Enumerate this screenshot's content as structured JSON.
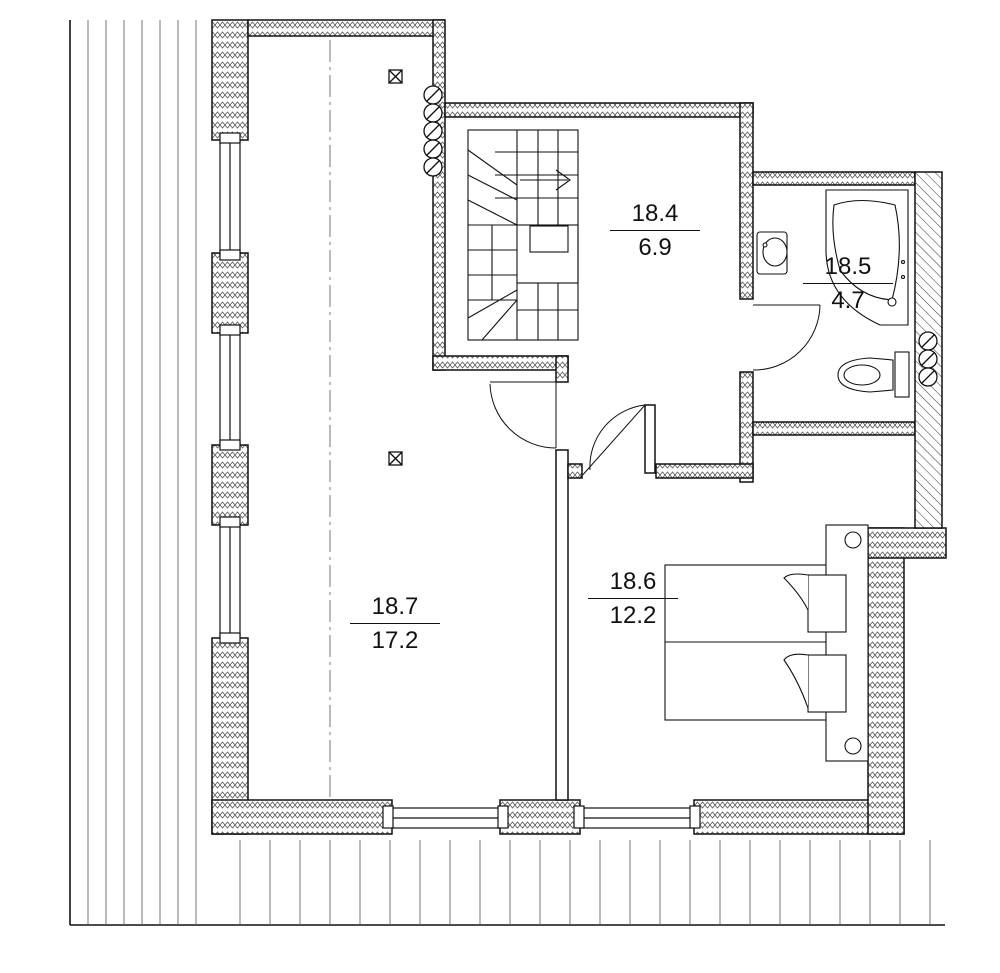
{
  "rooms": [
    {
      "id": "hall",
      "number": "18.4",
      "area": "6.9"
    },
    {
      "id": "bathroom",
      "number": "18.5",
      "area": "4.7"
    },
    {
      "id": "bedroom",
      "number": "18.6",
      "area": "12.2"
    },
    {
      "id": "living",
      "number": "18.7",
      "area": "17.2"
    }
  ],
  "colors": {
    "line": "#111111",
    "background": "#ffffff"
  }
}
